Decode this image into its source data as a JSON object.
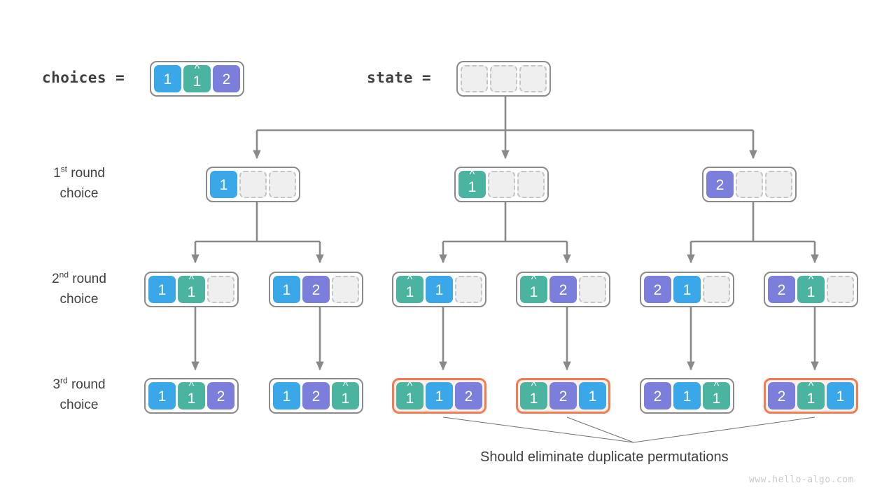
{
  "header": {
    "choices_label": "choices =",
    "state_label": "state ="
  },
  "rows": [
    {
      "line1": "1",
      "sup": "st",
      "line1_rest": " round",
      "line2": "choice"
    },
    {
      "line1": "2",
      "sup": "nd",
      "line1_rest": " round",
      "line2": "choice"
    },
    {
      "line1": "3",
      "sup": "rd",
      "line1_rest": " round",
      "line2": "choice"
    }
  ],
  "caption": "Should eliminate duplicate permutations",
  "watermark": "www.hello-algo.com",
  "colors": {
    "blue": "#3aa7e8",
    "teal": "#4bb4a0",
    "purple": "#7b7fdb",
    "empty": "#efefef",
    "border": "#8a8a8a",
    "highlight": "#f47a4f",
    "highlight_fill": "#fdeeea",
    "edge": "#8a8a8a",
    "text": "#3f3f3f",
    "watermark": "#c9c9c9"
  },
  "choices": {
    "cells": [
      {
        "value": "1",
        "color": "blue",
        "hat": false
      },
      {
        "value": "1",
        "color": "teal",
        "hat": true
      },
      {
        "value": "2",
        "color": "purple",
        "hat": false
      }
    ]
  },
  "state": {
    "cells": [
      {
        "value": "",
        "color": "empty",
        "hat": false
      },
      {
        "value": "",
        "color": "empty",
        "hat": false
      },
      {
        "value": "",
        "color": "empty",
        "hat": false
      }
    ]
  },
  "level1": [
    {
      "highlight": false,
      "cells": [
        {
          "value": "1",
          "color": "blue",
          "hat": false
        },
        {
          "value": "",
          "color": "empty",
          "hat": false
        },
        {
          "value": "",
          "color": "empty",
          "hat": false
        }
      ]
    },
    {
      "highlight": false,
      "cells": [
        {
          "value": "1",
          "color": "teal",
          "hat": true
        },
        {
          "value": "",
          "color": "empty",
          "hat": false
        },
        {
          "value": "",
          "color": "empty",
          "hat": false
        }
      ]
    },
    {
      "highlight": false,
      "cells": [
        {
          "value": "2",
          "color": "purple",
          "hat": false
        },
        {
          "value": "",
          "color": "empty",
          "hat": false
        },
        {
          "value": "",
          "color": "empty",
          "hat": false
        }
      ]
    }
  ],
  "level2": [
    {
      "highlight": false,
      "cells": [
        {
          "value": "1",
          "color": "blue",
          "hat": false
        },
        {
          "value": "1",
          "color": "teal",
          "hat": true
        },
        {
          "value": "",
          "color": "empty",
          "hat": false
        }
      ]
    },
    {
      "highlight": false,
      "cells": [
        {
          "value": "1",
          "color": "blue",
          "hat": false
        },
        {
          "value": "2",
          "color": "purple",
          "hat": false
        },
        {
          "value": "",
          "color": "empty",
          "hat": false
        }
      ]
    },
    {
      "highlight": false,
      "cells": [
        {
          "value": "1",
          "color": "teal",
          "hat": true
        },
        {
          "value": "1",
          "color": "blue",
          "hat": false
        },
        {
          "value": "",
          "color": "empty",
          "hat": false
        }
      ]
    },
    {
      "highlight": false,
      "cells": [
        {
          "value": "1",
          "color": "teal",
          "hat": true
        },
        {
          "value": "2",
          "color": "purple",
          "hat": false
        },
        {
          "value": "",
          "color": "empty",
          "hat": false
        }
      ]
    },
    {
      "highlight": false,
      "cells": [
        {
          "value": "2",
          "color": "purple",
          "hat": false
        },
        {
          "value": "1",
          "color": "blue",
          "hat": false
        },
        {
          "value": "",
          "color": "empty",
          "hat": false
        }
      ]
    },
    {
      "highlight": false,
      "cells": [
        {
          "value": "2",
          "color": "purple",
          "hat": false
        },
        {
          "value": "1",
          "color": "teal",
          "hat": true
        },
        {
          "value": "",
          "color": "empty",
          "hat": false
        }
      ]
    }
  ],
  "level3": [
    {
      "highlight": false,
      "cells": [
        {
          "value": "1",
          "color": "blue",
          "hat": false
        },
        {
          "value": "1",
          "color": "teal",
          "hat": true
        },
        {
          "value": "2",
          "color": "purple",
          "hat": false
        }
      ]
    },
    {
      "highlight": false,
      "cells": [
        {
          "value": "1",
          "color": "blue",
          "hat": false
        },
        {
          "value": "2",
          "color": "purple",
          "hat": false
        },
        {
          "value": "1",
          "color": "teal",
          "hat": true
        }
      ]
    },
    {
      "highlight": true,
      "cells": [
        {
          "value": "1",
          "color": "teal",
          "hat": true
        },
        {
          "value": "1",
          "color": "blue",
          "hat": false
        },
        {
          "value": "2",
          "color": "purple",
          "hat": false
        }
      ]
    },
    {
      "highlight": true,
      "cells": [
        {
          "value": "1",
          "color": "teal",
          "hat": true
        },
        {
          "value": "2",
          "color": "purple",
          "hat": false
        },
        {
          "value": "1",
          "color": "blue",
          "hat": false
        }
      ]
    },
    {
      "highlight": false,
      "cells": [
        {
          "value": "2",
          "color": "purple",
          "hat": false
        },
        {
          "value": "1",
          "color": "blue",
          "hat": false
        },
        {
          "value": "1",
          "color": "teal",
          "hat": true
        }
      ]
    },
    {
      "highlight": true,
      "cells": [
        {
          "value": "2",
          "color": "purple",
          "hat": false
        },
        {
          "value": "1",
          "color": "teal",
          "hat": true
        },
        {
          "value": "1",
          "color": "blue",
          "hat": false
        }
      ]
    }
  ]
}
